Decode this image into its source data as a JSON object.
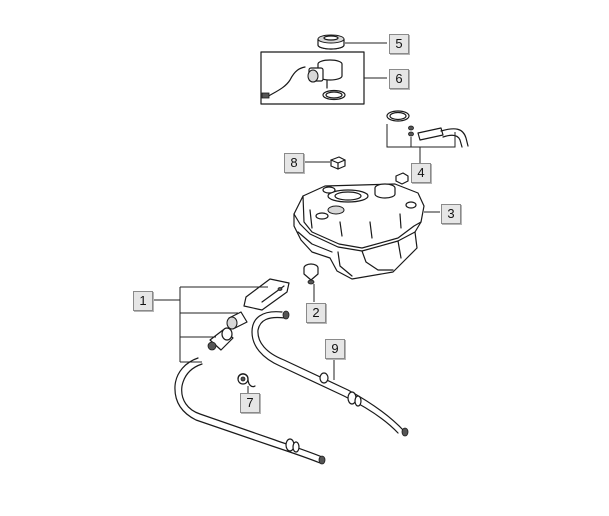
{
  "callouts": [
    {
      "id": "1",
      "label": "1"
    },
    {
      "id": "2",
      "label": "2"
    },
    {
      "id": "3",
      "label": "3"
    },
    {
      "id": "4",
      "label": "4"
    },
    {
      "id": "5",
      "label": "5"
    },
    {
      "id": "6",
      "label": "6"
    },
    {
      "id": "7",
      "label": "7"
    },
    {
      "id": "8",
      "label": "8"
    },
    {
      "id": "9",
      "label": "9"
    }
  ],
  "colors": {
    "line": "#1a1a1a",
    "callout_fill": "#e6e6e6",
    "callout_border": "#8a8a8a"
  }
}
